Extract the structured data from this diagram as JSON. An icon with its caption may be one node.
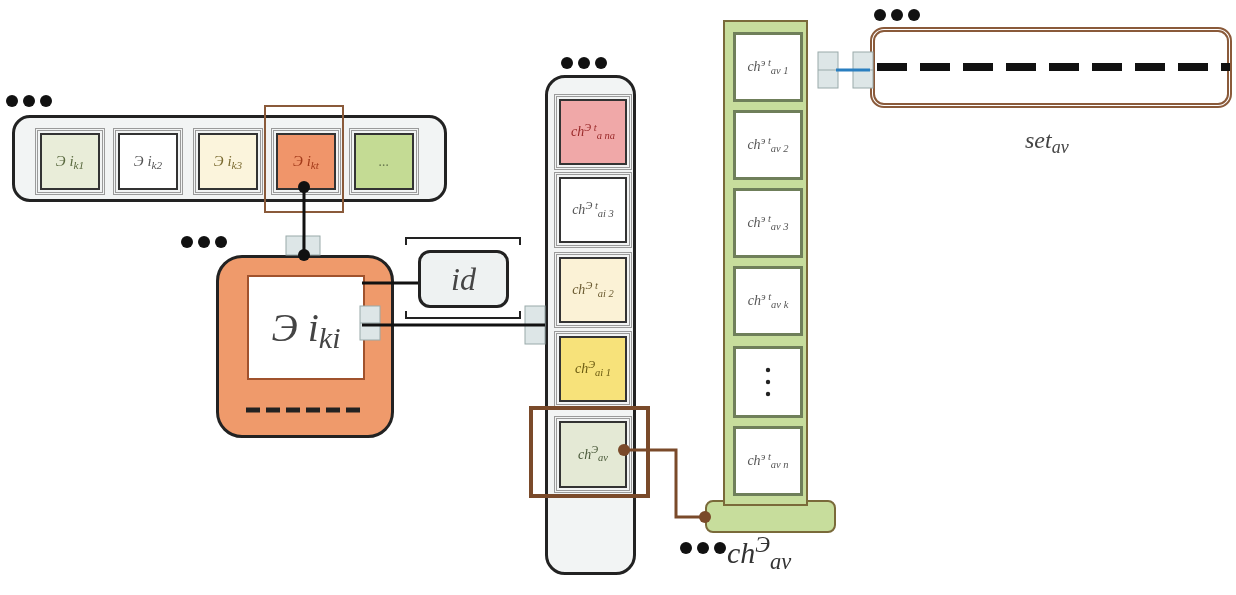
{
  "diagram": {
    "nodes": [
      {
        "text": [],
        "shape": "box"
      },
      {
        "text": [
          "Э i$_{k1}$"
        ],
        "in": 0
      },
      {
        "text": [
          "Э i$_{k2}$"
        ],
        "in": 0
      },
      {
        "text": [
          "Э i$_{k3}$"
        ],
        "in": 0
      },
      {
        "text": [
          "Э i$_{kt}$"
        ],
        "in": 0
      },
      {
        "text": [
          "..."
        ],
        "in": 0
      },
      {
        "text": [],
        "shape": "box"
      },
      {
        "text": [
          "Э i$_{ki}$"
        ],
        "in": 6
      },
      {
        "text": [
          "id"
        ]
      },
      {
        "text": [],
        "shape": "box"
      },
      {
        "text": [
          "ch$^{Э t}$$_{a na}$"
        ],
        "in": 9
      },
      {
        "text": [
          "ch$^{Э t}$$_{ai 3}$"
        ],
        "in": 9
      },
      {
        "text": [
          "ch$^{Э t}$$_{ai 2}$"
        ],
        "in": 9
      },
      {
        "text": [
          "ch$^{Э}$$_{ai 1}$"
        ],
        "in": 9
      },
      {
        "text": [
          "ch$^{Э}$$_{av}$"
        ],
        "in": 9
      },
      {
        "text": [
          "ch$^{Э}$$_{av}$"
        ]
      },
      {
        "text": [
          "ch$^{э t}$$_{av 1}$"
        ],
        "in": 15
      },
      {
        "text": [
          "ch$^{э t}$$_{av 2}$"
        ],
        "in": 15
      },
      {
        "text": [
          "ch$^{э t}$$_{av 3}$"
        ],
        "in": 15
      },
      {
        "text": [
          "ch$^{э t}$$_{av k}$"
        ],
        "in": 15
      },
      {
        "text": [],
        "shape": "box",
        "in": 15
      },
      {
        "text": [
          "ch$^{э t}$$_{av n}$"
        ],
        "in": 15
      },
      {
        "text": [
          "set$_{av}$"
        ]
      }
    ],
    "edges": [
      {
        "from": 4,
        "to": 6,
        "arrow": "other"
      },
      {
        "from": 7,
        "to": 8,
        "arrow": "none"
      },
      {
        "from": 7,
        "to": 9,
        "arrow": "none"
      },
      {
        "from": 14,
        "to": 15,
        "arrow": "other",
        "color": "#7a4a2a"
      },
      {
        "from": 15,
        "to": 22,
        "arrow": "none",
        "color": "#2a7fc0"
      }
    ]
  }
}
